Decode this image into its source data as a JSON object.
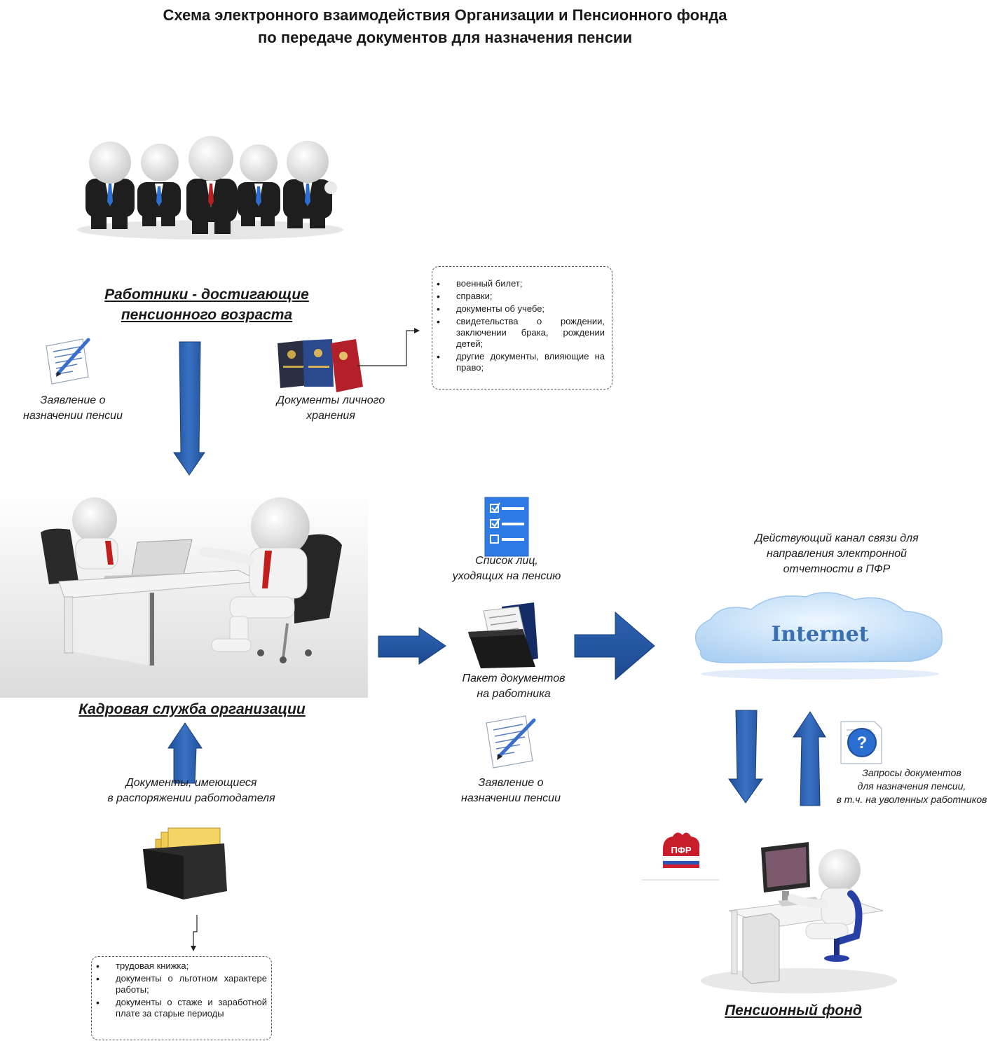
{
  "title": {
    "line1": "Схема электронного взаимодействия Организации и Пенсионного фонда",
    "line2": "по передаче документов для назначения пенсии"
  },
  "employees": {
    "heading_line1": "Работники - достигающие",
    "heading_line2": "пенсионного возраста"
  },
  "application_left": {
    "line1": "Заявление о",
    "line2": "назначении пенсии"
  },
  "personal_docs": {
    "line1": "Документы личного",
    "line2": "хранения",
    "items": [
      "военный билет;",
      "справки;",
      "документы об учебе;",
      "свидетельства о рождении, заключении брака, рождении детей;",
      "другие документы, влияющие на право;"
    ]
  },
  "hr": {
    "heading": "Кадровая служба организации"
  },
  "employer_docs": {
    "line1": "Документы, имеющиеся",
    "line2": "в распоряжении работодателя",
    "items": [
      "трудовая книжка;",
      "документы о льготном характере работы;",
      "документы о стаже и заработной плате за старые периоды"
    ]
  },
  "retirees_list": {
    "line1": "Список лиц,",
    "line2": "уходящих на пенсию"
  },
  "package": {
    "line1": "Пакет документов",
    "line2": "на работника"
  },
  "application_mid": {
    "line1": "Заявление о",
    "line2": "назначении пенсии"
  },
  "channel": {
    "line1": "Действующий канал связи для",
    "line2": "направления электронной",
    "line3": "отчетности в ПФР"
  },
  "internet": {
    "label": "Internet"
  },
  "requests": {
    "line1": "Запросы документов",
    "line2": "для назначения пенсии,",
    "line3": "в т.ч. на уволенных работников"
  },
  "pfr_logo": {
    "text": "ПФР"
  },
  "pension_fund": {
    "heading": "Пенсионный фонд"
  },
  "colors": {
    "arrow_blue": "#2a5ca8",
    "arrow_dark": "#173d78",
    "cloud": "#c9e3fb",
    "internet_text": "#3a6fb0"
  }
}
